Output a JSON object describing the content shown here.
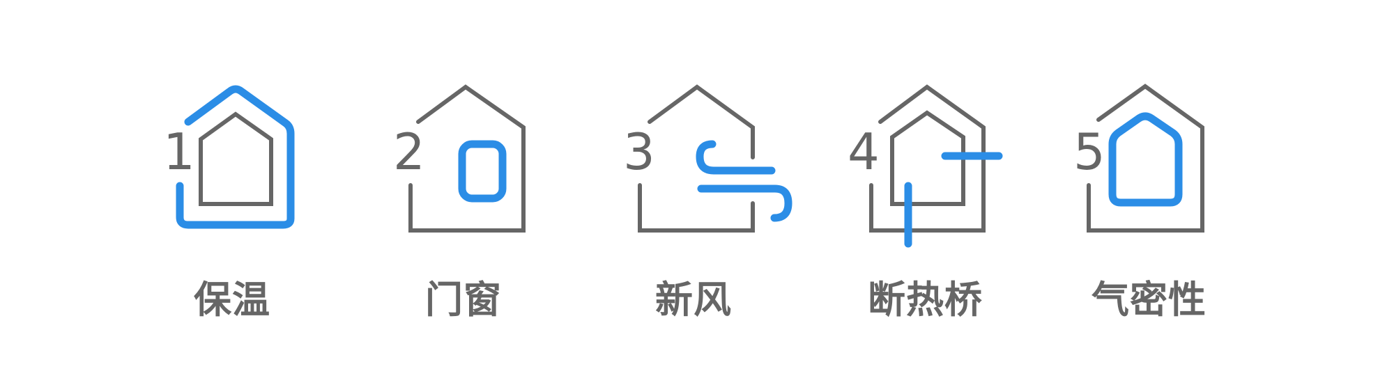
{
  "colors": {
    "outline_grey": "#666666",
    "accent_blue": "#2b8de6",
    "background": "#ffffff"
  },
  "features": [
    {
      "number": "1",
      "label": "保温",
      "icon": "house-insulation-icon"
    },
    {
      "number": "2",
      "label": "门窗",
      "icon": "house-window-icon"
    },
    {
      "number": "3",
      "label": "新风",
      "icon": "house-ventilation-icon"
    },
    {
      "number": "4",
      "label": "断热桥",
      "icon": "house-thermal-bridge-icon"
    },
    {
      "number": "5",
      "label": "气密性",
      "icon": "house-airtightness-icon"
    }
  ]
}
